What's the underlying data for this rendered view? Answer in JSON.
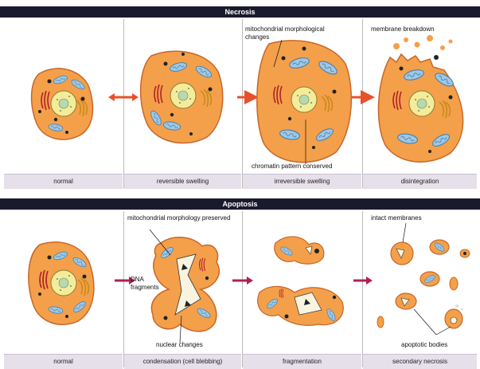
{
  "necrosis": {
    "title": "Necrosis",
    "stages": [
      "normal",
      "reversible swelling",
      "irreversible swelling",
      "disintegration"
    ],
    "annotations": {
      "mito_changes": "mitochondrial morphological changes",
      "chromatin": "chromatin pattern conserved",
      "membrane": "membrane breakdown"
    }
  },
  "apoptosis": {
    "title": "Apoptosis",
    "stages": [
      "normal",
      "condensation (cell blebbing)",
      "fragmentation",
      "secondary necrosis"
    ],
    "annotations": {
      "mito_preserved": "mitochondrial morphology preserved",
      "dna": "DNA fragments",
      "nuclear": "nuclear changes",
      "intact": "intact membranes",
      "bodies": "apoptotic bodies"
    }
  },
  "colors": {
    "cell": "#f4a04a",
    "cell_edge": "#c8662a",
    "nucleus": "#f4ec9a",
    "mito": "#9ec8e6",
    "er": "#b0202a",
    "golgi": "#c88a1a",
    "arrow_necrosis": "#e8502a",
    "arrow_apoptosis": "#b02050",
    "band": "#1a1a2e"
  }
}
